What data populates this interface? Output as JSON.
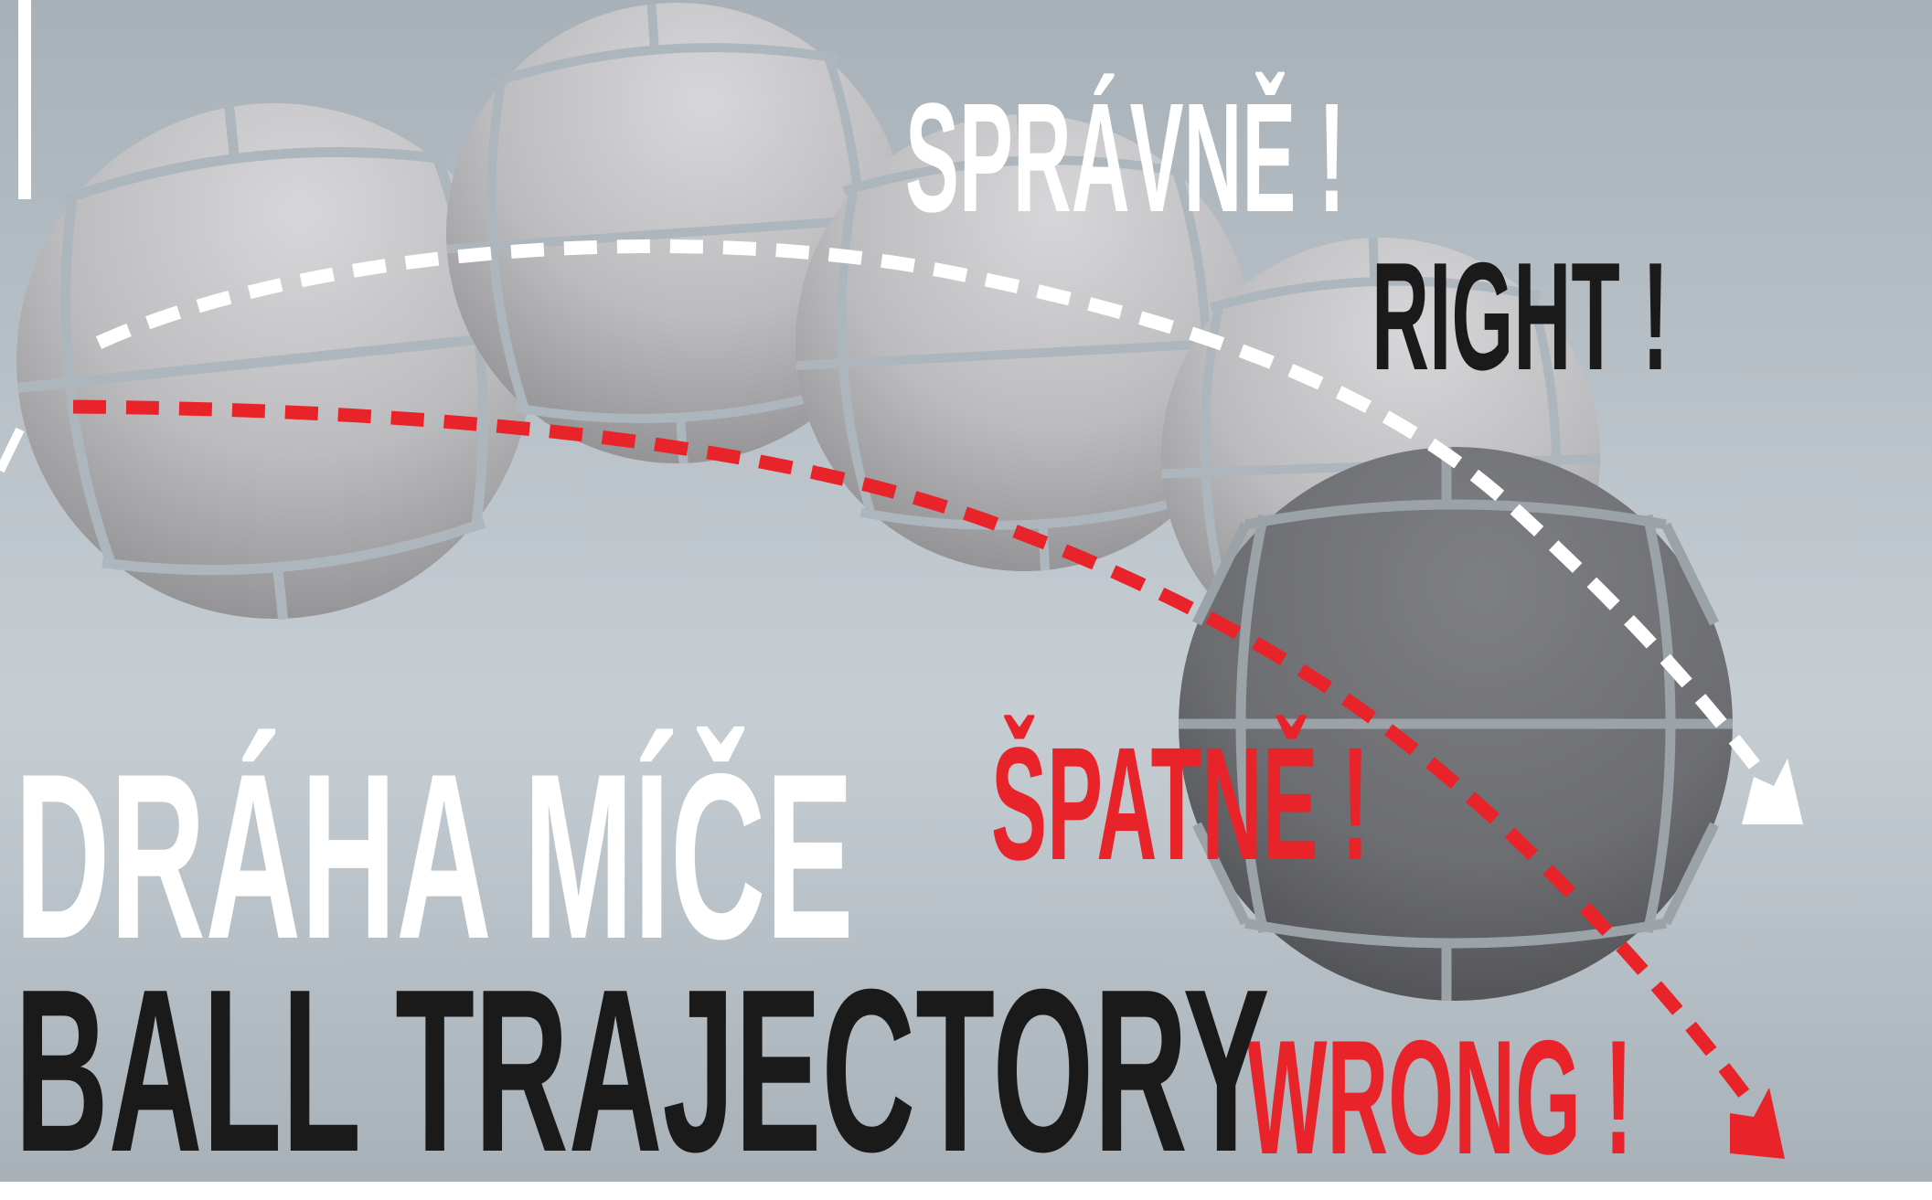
{
  "labels": {
    "right_cz": "SPRÁVNĚ !",
    "right_en": "RIGHT !",
    "wrong_cz": "ŠPATNĚ !",
    "wrong_en": "WRONG !",
    "title_cz": "DRÁHA MÍČE",
    "title_en": "BALL TRAJECTORY"
  },
  "colors": {
    "background_light": "#c6ced4",
    "background_dark": "#a8b1b8",
    "ghost_ball": "#bcbcbe",
    "ghost_ball_shade": "#8d8d90",
    "final_ball": "#6c6d70",
    "final_ball_shade": "#4a4b4e",
    "seam": "#aeb6bd",
    "right_path": "#ffffff",
    "wrong_path": "#e8242a",
    "text_white": "#ffffff",
    "text_dark": "#1a1a1a",
    "text_red": "#e8242a"
  },
  "icons": {
    "right_arrow": "arrowhead-icon",
    "wrong_arrow": "arrowhead-icon"
  }
}
